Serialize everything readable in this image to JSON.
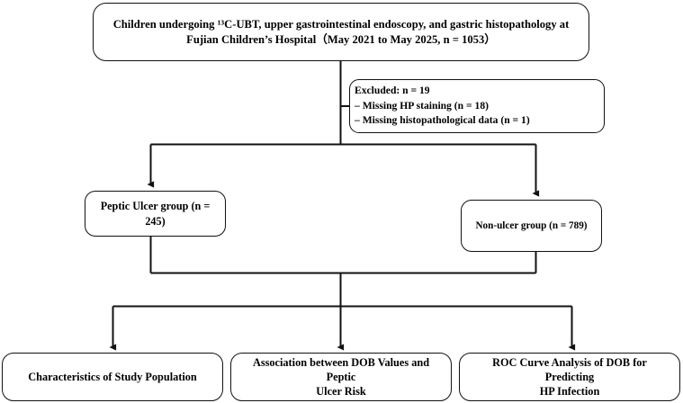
{
  "diagram": {
    "title": "Study population flow diagram",
    "line_color": "#111111",
    "background": "#ffffff",
    "nodes": {
      "enrollment": {
        "label": "Children undergoing ¹³C-UBT, upper gastrointestinal endoscopy, and gastric histopathology at Fujian Children’s Hospital（May 2021 to May 2025, n = 1053）",
        "line1": "Children undergoing ",
        "superscript": "13",
        "line1_rest": "C-UBT, upper gastrointestinal endoscopy, and gastric histopathology at Fujian",
        "line2": "Children’s Hospital（May 2021 to May 2025, n = 1053）",
        "n": 1053,
        "date_range": "May 2021 to May 2025"
      },
      "excluded": {
        "line1": "Excluded: n = 19",
        "line2": "– Missing HP staining (n = 18)",
        "line3": "– Missing histopathological data (n = 1)",
        "total": 19,
        "reasons": [
          {
            "reason": "Missing HP staining",
            "n": 18
          },
          {
            "reason": "Missing histopathological data",
            "n": 1
          }
        ]
      },
      "peptic_ulcer_group": {
        "label": "Peptic  Ulcer group (n = 245)",
        "n": 245
      },
      "non_ulcer_group": {
        "label": "Non-ulcer  group (n = 789)",
        "n": 789
      },
      "outcome_1": {
        "label": "Characteristics of Study Population"
      },
      "outcome_2": {
        "line1": "Association between DOB Values and Peptic",
        "line2": "Ulcer Risk"
      },
      "outcome_3": {
        "line1": "ROC Curve Analysis of DOB for Predicting",
        "line2": "HP Infection"
      }
    },
    "connectors": [
      {
        "name": "enrollment-to-split",
        "from": "enrollment",
        "to": "group-split-bar"
      },
      {
        "name": "enrollment-to-excluded",
        "from": "enrollment",
        "to": "excluded"
      },
      {
        "name": "split-to-peptic",
        "from": "group-split-bar",
        "to": "peptic_ulcer_group",
        "arrow": true
      },
      {
        "name": "split-to-nonulcer",
        "from": "group-split-bar",
        "to": "non_ulcer_group",
        "arrow": true
      },
      {
        "name": "peptic-to-merge",
        "from": "peptic_ulcer_group",
        "to": "merge-bar"
      },
      {
        "name": "nonulcer-to-merge",
        "from": "non_ulcer_group",
        "to": "merge-bar"
      },
      {
        "name": "merge-to-outcome-split",
        "from": "merge-bar",
        "to": "outcome-split-bar"
      },
      {
        "name": "outcome-split-to-outcome-1",
        "from": "outcome-split-bar",
        "to": "outcome_1",
        "arrow": true
      },
      {
        "name": "outcome-split-to-outcome-2",
        "from": "outcome-split-bar",
        "to": "outcome_2",
        "arrow": true
      },
      {
        "name": "outcome-split-to-outcome-3",
        "from": "outcome-split-bar",
        "to": "outcome_3",
        "arrow": true
      }
    ]
  }
}
